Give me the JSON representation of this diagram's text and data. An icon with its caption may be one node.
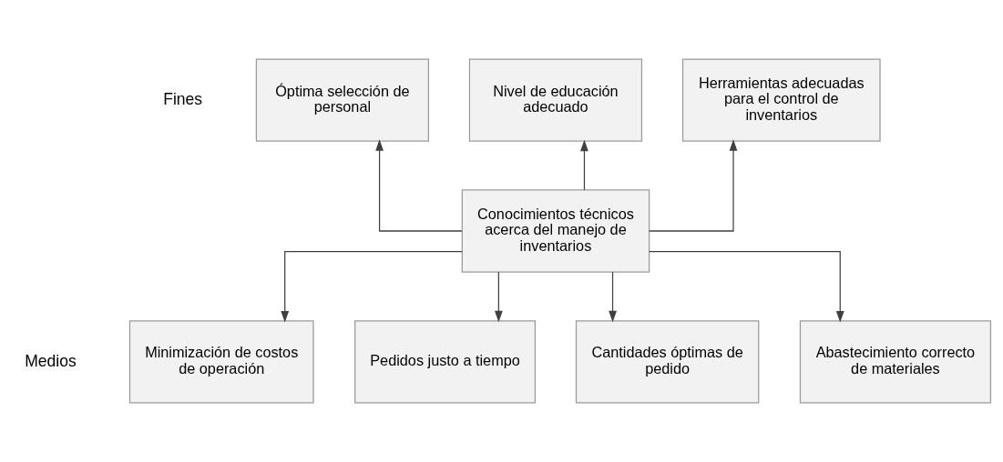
{
  "diagram": {
    "nodes": [
      {
        "text": [
          "Óptima selección de personal"
        ]
      },
      {
        "text": [
          "Nivel de educación adecuado"
        ]
      },
      {
        "text": [
          "Herramientas adecuadas para el control de inventarios"
        ]
      },
      {
        "text": [
          "Conocimientos técnicos acerca del manejo de inventarios"
        ]
      },
      {
        "text": [
          "Minimización de costos de operación"
        ]
      },
      {
        "text": [
          "Pedidos justo a tiempo"
        ]
      },
      {
        "text": [
          "Cantidades óptimas de pedido"
        ]
      },
      {
        "text": [
          "Abastecimiento correcto de materiales"
        ]
      }
    ],
    "edges": [
      {
        "from": 3,
        "to": 0,
        "arrow": "to"
      },
      {
        "from": 3,
        "to": 1,
        "arrow": "to"
      },
      {
        "from": 3,
        "to": 2,
        "arrow": "to"
      },
      {
        "from": 3,
        "to": 4,
        "arrow": "to"
      },
      {
        "from": 3,
        "to": 5,
        "arrow": "to"
      },
      {
        "from": 3,
        "to": 6,
        "arrow": "to"
      },
      {
        "from": 3,
        "to": 7,
        "arrow": "to"
      }
    ],
    "labels": [
      "Fines",
      "Medios"
    ]
  }
}
